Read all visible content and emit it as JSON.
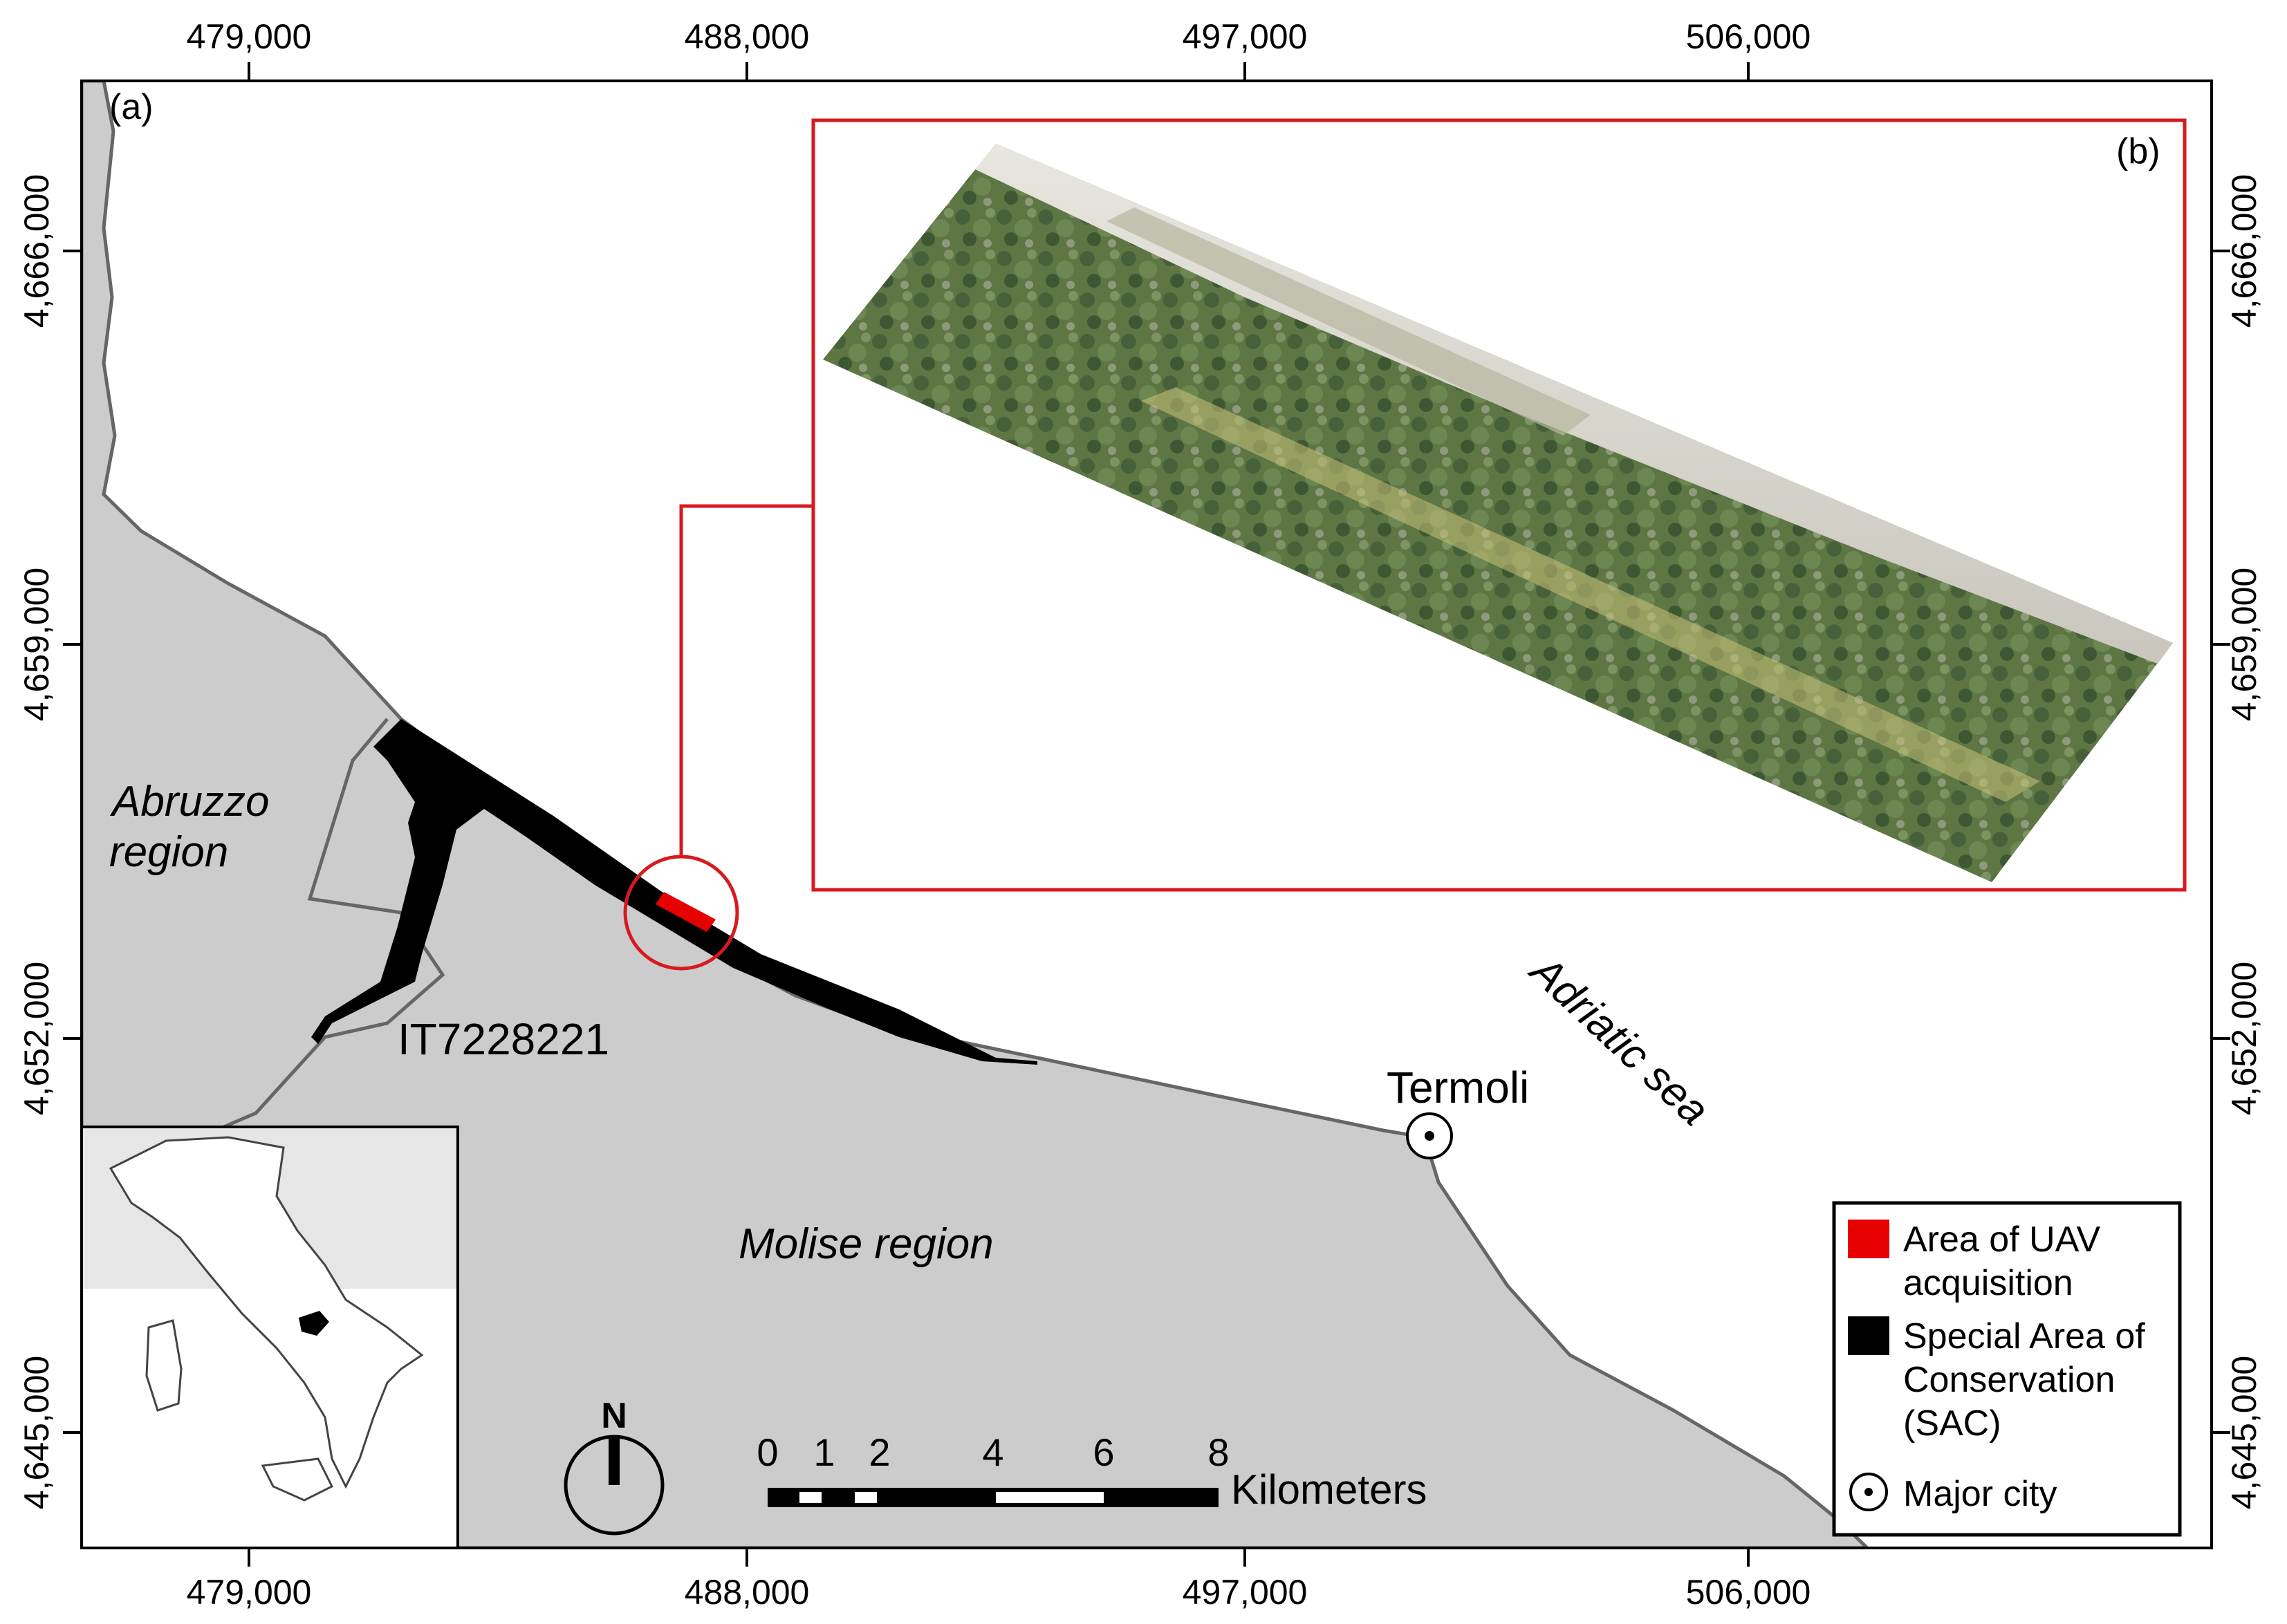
{
  "figure": {
    "panel_a_label": "(a)",
    "panel_b_label": "(b)"
  },
  "axes": {
    "x_ticks": [
      "479,000",
      "488,000",
      "497,000",
      "506,000"
    ],
    "y_ticks": [
      "4,666,000",
      "4,659,000",
      "4,652,000",
      "4,645,000"
    ]
  },
  "labels": {
    "abruzzo_line1": "Abruzzo",
    "abruzzo_line2": "region",
    "molise": "Molise region",
    "sea": "Adriatic sea",
    "city": "Termoli",
    "sac_code": "IT7228221"
  },
  "north_arrow": {
    "letter": "N"
  },
  "scale_bar": {
    "ticks": [
      "0",
      "1",
      "2",
      "4",
      "6",
      "8"
    ],
    "unit": "Kilometers"
  },
  "legend": {
    "items": [
      {
        "lines": [
          "Area of UAV",
          "acquisition"
        ],
        "color": "#e60000"
      },
      {
        "lines": [
          "Special Area of",
          "Conservation",
          "(SAC)"
        ],
        "color": "#000000"
      },
      {
        "lines": [
          "Major city"
        ],
        "icon": "city-point-icon"
      }
    ]
  },
  "colors": {
    "land": "#cccccc",
    "coast": "#666666",
    "sac": "#000000",
    "uav_area": "#e60000",
    "highlight": "#d71920",
    "ortho_vegetation": "#5f7a45",
    "ortho_beach": "#d8d6cc"
  }
}
